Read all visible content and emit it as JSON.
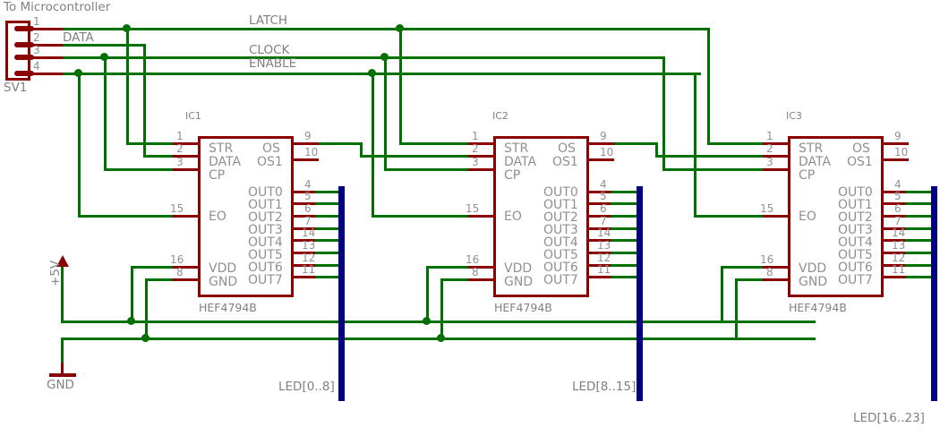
{
  "title": "LED driver shift-register schematic",
  "connector": {
    "name": "SV1",
    "caption": "To Microcontroller",
    "pins": [
      "1",
      "2",
      "3",
      "4"
    ]
  },
  "bus_signals": [
    {
      "name": "LATCH"
    },
    {
      "name": "DATA"
    },
    {
      "name": "CLOCK"
    },
    {
      "name": "ENABLE"
    }
  ],
  "power": {
    "vcc_label": "+5V",
    "gnd_label": "GND"
  },
  "ics": [
    {
      "ref": "IC1",
      "part": "HEF4794B",
      "left_pins": [
        {
          "num": "1",
          "name": "STR"
        },
        {
          "num": "2",
          "name": "DATA"
        },
        {
          "num": "3",
          "name": "CP"
        },
        {
          "num": "15",
          "name": "EO"
        },
        {
          "num": "16",
          "name": "VDD"
        },
        {
          "num": "8",
          "name": "GND"
        }
      ],
      "right_pins": [
        {
          "num": "9",
          "name": "OS"
        },
        {
          "num": "10",
          "name": "OS1"
        },
        {
          "num": "4",
          "name": "OUT0"
        },
        {
          "num": "5",
          "name": "OUT1"
        },
        {
          "num": "6",
          "name": "OUT2"
        },
        {
          "num": "7",
          "name": "OUT3"
        },
        {
          "num": "14",
          "name": "OUT4"
        },
        {
          "num": "13",
          "name": "OUT5"
        },
        {
          "num": "12",
          "name": "OUT6"
        },
        {
          "num": "11",
          "name": "OUT7"
        }
      ],
      "bus_label": "LED[0..8]"
    },
    {
      "ref": "IC2",
      "part": "HEF4794B",
      "left_pins": [
        {
          "num": "1",
          "name": "STR"
        },
        {
          "num": "2",
          "name": "DATA"
        },
        {
          "num": "3",
          "name": "CP"
        },
        {
          "num": "15",
          "name": "EO"
        },
        {
          "num": "16",
          "name": "VDD"
        },
        {
          "num": "8",
          "name": "GND"
        }
      ],
      "right_pins": [
        {
          "num": "9",
          "name": "OS"
        },
        {
          "num": "10",
          "name": "OS1"
        },
        {
          "num": "4",
          "name": "OUT0"
        },
        {
          "num": "5",
          "name": "OUT1"
        },
        {
          "num": "6",
          "name": "OUT2"
        },
        {
          "num": "7",
          "name": "OUT3"
        },
        {
          "num": "14",
          "name": "OUT4"
        },
        {
          "num": "13",
          "name": "OUT5"
        },
        {
          "num": "12",
          "name": "OUT6"
        },
        {
          "num": "11",
          "name": "OUT7"
        }
      ],
      "bus_label": "LED[8..15]"
    },
    {
      "ref": "IC3",
      "part": "HEF4794B",
      "left_pins": [
        {
          "num": "1",
          "name": "STR"
        },
        {
          "num": "2",
          "name": "DATA"
        },
        {
          "num": "3",
          "name": "CP"
        },
        {
          "num": "15",
          "name": "EO"
        },
        {
          "num": "16",
          "name": "VDD"
        },
        {
          "num": "8",
          "name": "GND"
        }
      ],
      "right_pins": [
        {
          "num": "9",
          "name": "OS"
        },
        {
          "num": "10",
          "name": "OS1"
        },
        {
          "num": "4",
          "name": "OUT0"
        },
        {
          "num": "5",
          "name": "OUT1"
        },
        {
          "num": "6",
          "name": "OUT2"
        },
        {
          "num": "7",
          "name": "OUT3"
        },
        {
          "num": "14",
          "name": "OUT4"
        },
        {
          "num": "13",
          "name": "OUT5"
        },
        {
          "num": "12",
          "name": "OUT6"
        },
        {
          "num": "11",
          "name": "OUT7"
        }
      ],
      "bus_label": "LED[16..23]"
    }
  ],
  "colors": {
    "wire": "#007000",
    "pin": "#8b0000",
    "text": "#808080",
    "ledbus": "#000080"
  }
}
